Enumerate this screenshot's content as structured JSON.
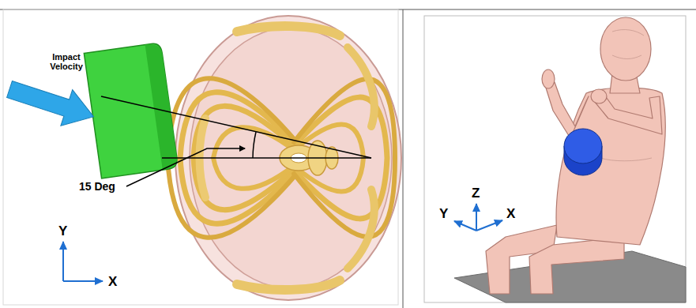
{
  "diagram": {
    "labels": [
      "Impact Velocity",
      "15 Deg",
      "Y",
      "X",
      "Z",
      "Y",
      "X"
    ]
  }
}
